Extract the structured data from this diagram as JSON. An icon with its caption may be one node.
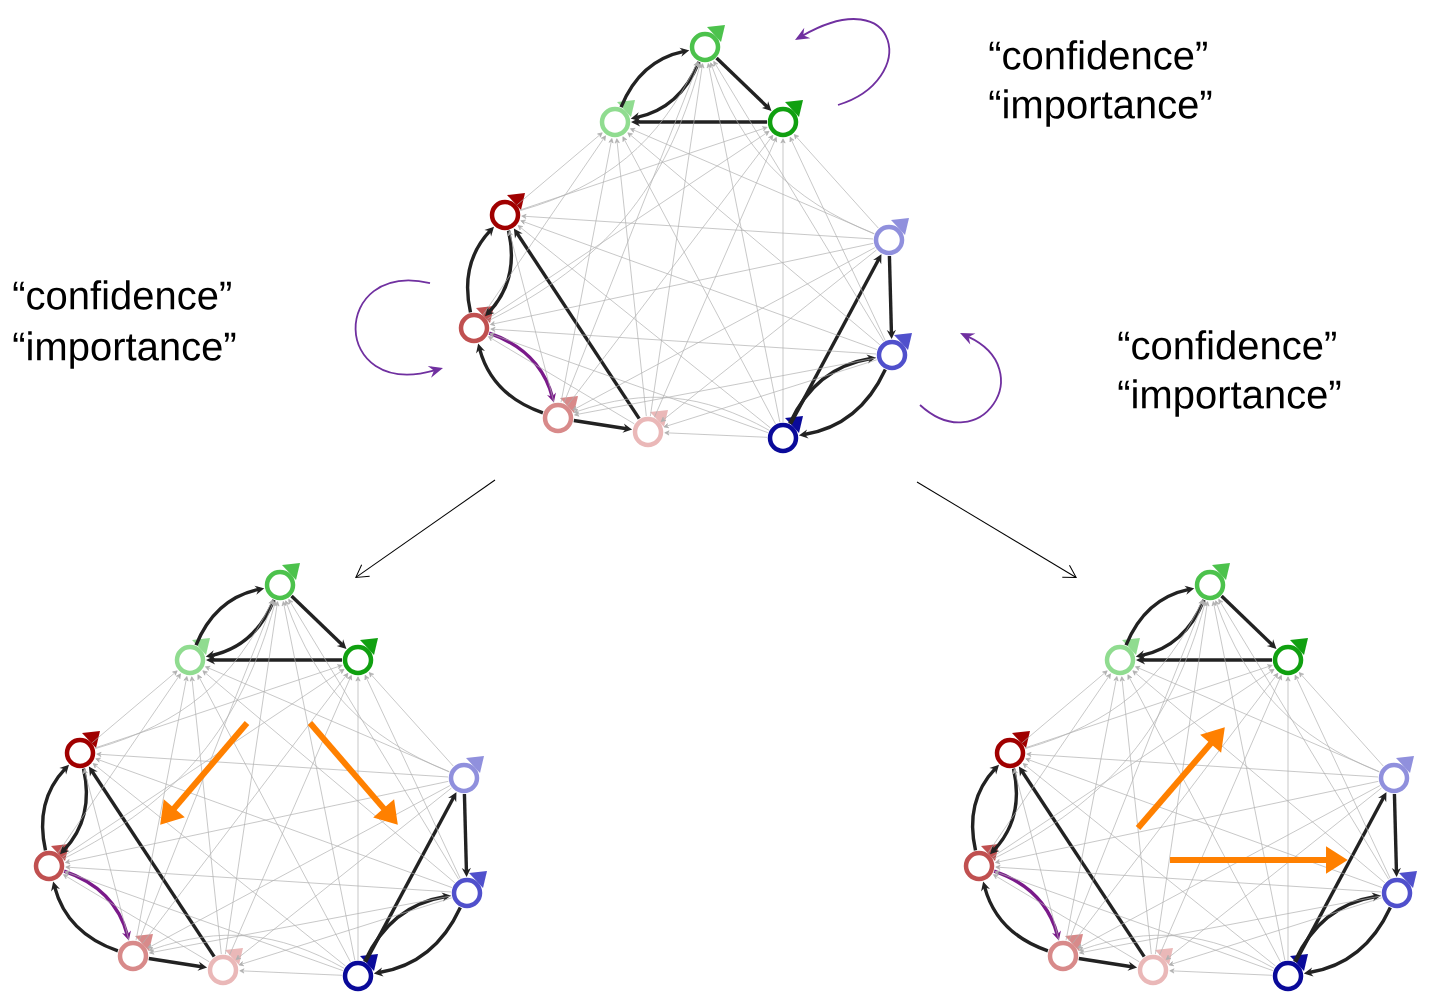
{
  "diagram": {
    "nodes": [
      {
        "text": [],
        "shape": "circle"
      },
      {
        "text": [],
        "shape": "circle"
      },
      {
        "text": [],
        "shape": "circle"
      },
      {
        "text": [],
        "shape": "circle"
      },
      {
        "text": [],
        "shape": "circle"
      },
      {
        "text": [],
        "shape": "circle"
      },
      {
        "text": [],
        "shape": "circle"
      },
      {
        "text": [],
        "shape": "circle"
      },
      {
        "text": [],
        "shape": "circle"
      },
      {
        "text": [],
        "shape": "circle"
      },
      {
        "text": [],
        "shape": "circle"
      },
      {
        "text": [],
        "shape": "circle"
      },
      {
        "text": [],
        "shape": "circle"
      },
      {
        "text": [],
        "shape": "circle"
      },
      {
        "text": [],
        "shape": "circle"
      },
      {
        "text": [],
        "shape": "circle"
      },
      {
        "text": [],
        "shape": "circle"
      },
      {
        "text": [],
        "shape": "circle"
      },
      {
        "text": [],
        "shape": "circle"
      },
      {
        "text": [],
        "shape": "circle"
      },
      {
        "text": [],
        "shape": "circle"
      },
      {
        "text": [],
        "shape": "circle"
      },
      {
        "text": [],
        "shape": "circle"
      },
      {
        "text": [],
        "shape": "circle"
      },
      {
        "text": [],
        "shape": "circle"
      },
      {
        "text": [],
        "shape": "circle"
      },
      {
        "text": [],
        "shape": "circle"
      },
      {
        "text": [],
        "shape": "circle"
      },
      {
        "text": [],
        "shape": "circle"
      },
      {
        "text": [],
        "shape": "circle"
      }
    ],
    "edges": [
      {
        "from": 0,
        "to": 2,
        "arrow": "to",
        "style": "thick",
        "color": "#222222"
      },
      {
        "from": 2,
        "to": 0,
        "arrow": "to",
        "style": "thick",
        "color": "#222222"
      },
      {
        "from": 0,
        "to": 1,
        "arrow": "to",
        "style": "thick",
        "color": "#222222"
      },
      {
        "from": 1,
        "to": 2,
        "arrow": "to",
        "style": "thick",
        "color": "#222222"
      },
      {
        "from": 3,
        "to": 4,
        "arrow": "to",
        "style": "thick",
        "color": "#222222"
      },
      {
        "from": 4,
        "to": 3,
        "arrow": "to",
        "style": "thick",
        "color": "#222222"
      },
      {
        "from": 6,
        "to": 3,
        "arrow": "to",
        "style": "thick",
        "color": "#222222"
      },
      {
        "from": 4,
        "to": 5,
        "arrow": "to",
        "style": "thick",
        "color": "#7a1a8a"
      },
      {
        "from": 5,
        "to": 4,
        "arrow": "to",
        "style": "thick",
        "color": "#222222"
      },
      {
        "from": 5,
        "to": 6,
        "arrow": "to",
        "style": "thick",
        "color": "#222222"
      },
      {
        "from": 7,
        "to": 9,
        "arrow": "to",
        "style": "thick",
        "color": "#222222"
      },
      {
        "from": 9,
        "to": 8,
        "arrow": "to",
        "style": "thick",
        "color": "#222222"
      },
      {
        "from": 8,
        "to": 7,
        "arrow": "to",
        "style": "thick",
        "color": "#222222"
      },
      {
        "from": 7,
        "to": 8,
        "arrow": "to",
        "style": "thick",
        "color": "#222222"
      },
      {
        "from": 3,
        "to": 0,
        "arrow": "to"
      },
      {
        "from": 4,
        "to": 0,
        "arrow": "to"
      },
      {
        "from": 5,
        "to": 0,
        "arrow": "to"
      },
      {
        "from": 6,
        "to": 0,
        "arrow": "to"
      },
      {
        "from": 7,
        "to": 0,
        "arrow": "to"
      },
      {
        "from": 8,
        "to": 0,
        "arrow": "to"
      },
      {
        "from": 9,
        "to": 0,
        "arrow": "to"
      },
      {
        "from": 3,
        "to": 1,
        "arrow": "to"
      },
      {
        "from": 4,
        "to": 1,
        "arrow": "to"
      },
      {
        "from": 5,
        "to": 1,
        "arrow": "to"
      },
      {
        "from": 6,
        "to": 1,
        "arrow": "to"
      },
      {
        "from": 7,
        "to": 1,
        "arrow": "to"
      },
      {
        "from": 8,
        "to": 1,
        "arrow": "to"
      },
      {
        "from": 9,
        "to": 1,
        "arrow": "to"
      },
      {
        "from": 3,
        "to": 2,
        "arrow": "to"
      },
      {
        "from": 4,
        "to": 2,
        "arrow": "to"
      },
      {
        "from": 5,
        "to": 2,
        "arrow": "to"
      },
      {
        "from": 6,
        "to": 2,
        "arrow": "to"
      },
      {
        "from": 7,
        "to": 2,
        "arrow": "to"
      },
      {
        "from": 8,
        "to": 2,
        "arrow": "to"
      },
      {
        "from": 9,
        "to": 2,
        "arrow": "to"
      },
      {
        "from": 5,
        "to": 3,
        "arrow": "to"
      },
      {
        "from": 7,
        "to": 3,
        "arrow": "to"
      },
      {
        "from": 8,
        "to": 3,
        "arrow": "to"
      },
      {
        "from": 9,
        "to": 3,
        "arrow": "to"
      },
      {
        "from": 6,
        "to": 4,
        "arrow": "to"
      },
      {
        "from": 7,
        "to": 4,
        "arrow": "to"
      },
      {
        "from": 8,
        "to": 4,
        "arrow": "to"
      },
      {
        "from": 9,
        "to": 4,
        "arrow": "to"
      },
      {
        "from": 7,
        "to": 5,
        "arrow": "to"
      },
      {
        "from": 8,
        "to": 5,
        "arrow": "to"
      },
      {
        "from": 9,
        "to": 5,
        "arrow": "to"
      },
      {
        "from": 7,
        "to": 6,
        "arrow": "to"
      },
      {
        "from": 8,
        "to": 6,
        "arrow": "to"
      },
      {
        "from": 9,
        "to": 6,
        "arrow": "to"
      },
      {
        "from": 10,
        "to": 12,
        "arrow": "to",
        "style": "thick",
        "color": "#222222"
      },
      {
        "from": 12,
        "to": 10,
        "arrow": "to",
        "style": "thick",
        "color": "#222222"
      },
      {
        "from": 10,
        "to": 11,
        "arrow": "to",
        "style": "thick",
        "color": "#222222"
      },
      {
        "from": 11,
        "to": 12,
        "arrow": "to",
        "style": "thick",
        "color": "#222222"
      },
      {
        "from": 13,
        "to": 14,
        "arrow": "to",
        "style": "thick",
        "color": "#222222"
      },
      {
        "from": 14,
        "to": 13,
        "arrow": "to",
        "style": "thick",
        "color": "#222222"
      },
      {
        "from": 16,
        "to": 13,
        "arrow": "to",
        "style": "thick",
        "color": "#222222"
      },
      {
        "from": 14,
        "to": 15,
        "arrow": "to",
        "style": "thick",
        "color": "#7a1a8a"
      },
      {
        "from": 15,
        "to": 14,
        "arrow": "to",
        "style": "thick",
        "color": "#222222"
      },
      {
        "from": 15,
        "to": 16,
        "arrow": "to",
        "style": "thick",
        "color": "#222222"
      },
      {
        "from": 17,
        "to": 19,
        "arrow": "to",
        "style": "thick",
        "color": "#222222"
      },
      {
        "from": 19,
        "to": 18,
        "arrow": "to",
        "style": "thick",
        "color": "#222222"
      },
      {
        "from": 18,
        "to": 17,
        "arrow": "to",
        "style": "thick",
        "color": "#222222"
      },
      {
        "from": 17,
        "to": 18,
        "arrow": "to",
        "style": "thick",
        "color": "#222222"
      },
      {
        "from": 13,
        "to": 10,
        "arrow": "to"
      },
      {
        "from": 14,
        "to": 10,
        "arrow": "to"
      },
      {
        "from": 15,
        "to": 10,
        "arrow": "to"
      },
      {
        "from": 16,
        "to": 10,
        "arrow": "to"
      },
      {
        "from": 17,
        "to": 10,
        "arrow": "to"
      },
      {
        "from": 18,
        "to": 10,
        "arrow": "to"
      },
      {
        "from": 19,
        "to": 10,
        "arrow": "to"
      },
      {
        "from": 13,
        "to": 11,
        "arrow": "to"
      },
      {
        "from": 14,
        "to": 11,
        "arrow": "to"
      },
      {
        "from": 15,
        "to": 11,
        "arrow": "to"
      },
      {
        "from": 16,
        "to": 11,
        "arrow": "to"
      },
      {
        "from": 17,
        "to": 11,
        "arrow": "to"
      },
      {
        "from": 18,
        "to": 11,
        "arrow": "to"
      },
      {
        "from": 19,
        "to": 11,
        "arrow": "to"
      },
      {
        "from": 13,
        "to": 12,
        "arrow": "to"
      },
      {
        "from": 14,
        "to": 12,
        "arrow": "to"
      },
      {
        "from": 15,
        "to": 12,
        "arrow": "to"
      },
      {
        "from": 16,
        "to": 12,
        "arrow": "to"
      },
      {
        "from": 17,
        "to": 12,
        "arrow": "to"
      },
      {
        "from": 18,
        "to": 12,
        "arrow": "to"
      },
      {
        "from": 19,
        "to": 12,
        "arrow": "to"
      },
      {
        "from": 15,
        "to": 13,
        "arrow": "to"
      },
      {
        "from": 17,
        "to": 13,
        "arrow": "to"
      },
      {
        "from": 18,
        "to": 13,
        "arrow": "to"
      },
      {
        "from": 19,
        "to": 13,
        "arrow": "to"
      },
      {
        "from": 16,
        "to": 14,
        "arrow": "to"
      },
      {
        "from": 17,
        "to": 14,
        "arrow": "to"
      },
      {
        "from": 18,
        "to": 14,
        "arrow": "to"
      },
      {
        "from": 19,
        "to": 14,
        "arrow": "to"
      },
      {
        "from": 17,
        "to": 15,
        "arrow": "to"
      },
      {
        "from": 18,
        "to": 15,
        "arrow": "to"
      },
      {
        "from": 19,
        "to": 15,
        "arrow": "to"
      },
      {
        "from": 17,
        "to": 16,
        "arrow": "to"
      },
      {
        "from": 18,
        "to": 16,
        "arrow": "to"
      },
      {
        "from": 19,
        "to": 16,
        "arrow": "to"
      },
      {
        "from": 20,
        "to": 22,
        "arrow": "to",
        "style": "thick",
        "color": "#222222"
      },
      {
        "from": 22,
        "to": 20,
        "arrow": "to",
        "style": "thick",
        "color": "#222222"
      },
      {
        "from": 20,
        "to": 21,
        "arrow": "to",
        "style": "thick",
        "color": "#222222"
      },
      {
        "from": 21,
        "to": 22,
        "arrow": "to",
        "style": "thick",
        "color": "#222222"
      },
      {
        "from": 23,
        "to": 24,
        "arrow": "to",
        "style": "thick",
        "color": "#222222"
      },
      {
        "from": 24,
        "to": 23,
        "arrow": "to",
        "style": "thick",
        "color": "#222222"
      },
      {
        "from": 26,
        "to": 23,
        "arrow": "to",
        "style": "thick",
        "color": "#222222"
      },
      {
        "from": 24,
        "to": 25,
        "arrow": "to",
        "style": "thick",
        "color": "#7a1a8a"
      },
      {
        "from": 25,
        "to": 24,
        "arrow": "to",
        "style": "thick",
        "color": "#222222"
      },
      {
        "from": 25,
        "to": 26,
        "arrow": "to",
        "style": "thick",
        "color": "#222222"
      },
      {
        "from": 27,
        "to": 29,
        "arrow": "to",
        "style": "thick",
        "color": "#222222"
      },
      {
        "from": 29,
        "to": 28,
        "arrow": "to",
        "style": "thick",
        "color": "#222222"
      },
      {
        "from": 28,
        "to": 27,
        "arrow": "to",
        "style": "thick",
        "color": "#222222"
      },
      {
        "from": 27,
        "to": 28,
        "arrow": "to",
        "style": "thick",
        "color": "#222222"
      },
      {
        "from": 23,
        "to": 20,
        "arrow": "to"
      },
      {
        "from": 24,
        "to": 20,
        "arrow": "to"
      },
      {
        "from": 25,
        "to": 20,
        "arrow": "to"
      },
      {
        "from": 26,
        "to": 20,
        "arrow": "to"
      },
      {
        "from": 27,
        "to": 20,
        "arrow": "to"
      },
      {
        "from": 28,
        "to": 20,
        "arrow": "to"
      },
      {
        "from": 29,
        "to": 20,
        "arrow": "to"
      },
      {
        "from": 23,
        "to": 21,
        "arrow": "to"
      },
      {
        "from": 24,
        "to": 21,
        "arrow": "to"
      },
      {
        "from": 25,
        "to": 21,
        "arrow": "to"
      },
      {
        "from": 26,
        "to": 21,
        "arrow": "to"
      },
      {
        "from": 27,
        "to": 21,
        "arrow": "to"
      },
      {
        "from": 28,
        "to": 21,
        "arrow": "to"
      },
      {
        "from": 29,
        "to": 21,
        "arrow": "to"
      },
      {
        "from": 23,
        "to": 22,
        "arrow": "to"
      },
      {
        "from": 24,
        "to": 22,
        "arrow": "to"
      },
      {
        "from": 25,
        "to": 22,
        "arrow": "to"
      },
      {
        "from": 26,
        "to": 22,
        "arrow": "to"
      },
      {
        "from": 27,
        "to": 22,
        "arrow": "to"
      },
      {
        "from": 28,
        "to": 22,
        "arrow": "to"
      },
      {
        "from": 29,
        "to": 22,
        "arrow": "to"
      },
      {
        "from": 25,
        "to": 23,
        "arrow": "to"
      },
      {
        "from": 27,
        "to": 23,
        "arrow": "to"
      },
      {
        "from": 28,
        "to": 23,
        "arrow": "to"
      },
      {
        "from": 29,
        "to": 23,
        "arrow": "to"
      },
      {
        "from": 26,
        "to": 24,
        "arrow": "to"
      },
      {
        "from": 27,
        "to": 24,
        "arrow": "to"
      },
      {
        "from": 28,
        "to": 24,
        "arrow": "to"
      },
      {
        "from": 29,
        "to": 24,
        "arrow": "to"
      },
      {
        "from": 27,
        "to": 25,
        "arrow": "to"
      },
      {
        "from": 28,
        "to": 25,
        "arrow": "to"
      },
      {
        "from": 29,
        "to": 25,
        "arrow": "to"
      },
      {
        "from": 27,
        "to": 26,
        "arrow": "to"
      },
      {
        "from": 28,
        "to": 26,
        "arrow": "to"
      },
      {
        "from": 29,
        "to": 26,
        "arrow": "to"
      }
    ],
    "labels": [
      "“confidence”",
      "“importance”",
      "“confidence”",
      "“importance”",
      "“confidence”",
      "“importance”"
    ]
  }
}
